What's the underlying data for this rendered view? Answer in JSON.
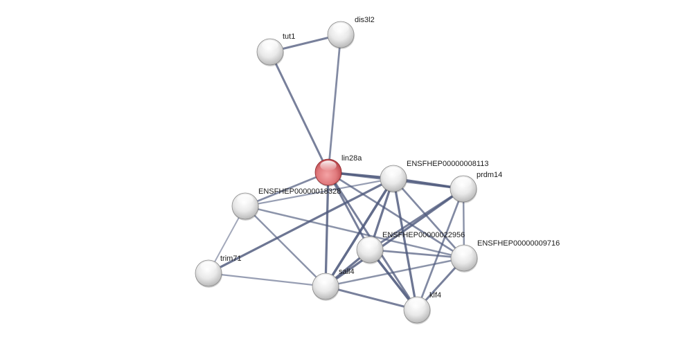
{
  "network": {
    "colors": {
      "edge": "#4f5a7d",
      "node_default": "#e6e6e6",
      "node_query": "#e07a7d",
      "label": "#1a1a1a"
    },
    "nodes": [
      {
        "id": "tut1",
        "label": "tut1",
        "query": false
      },
      {
        "id": "dis3l2",
        "label": "dis3l2",
        "query": false
      },
      {
        "id": "lin28a",
        "label": "lin28a",
        "query": true
      },
      {
        "id": "ENSFHEP00000008113",
        "label": "ENSFHEP00000008113",
        "query": false
      },
      {
        "id": "prdm14",
        "label": "prdm14",
        "query": false
      },
      {
        "id": "ENSFHEP00000018328",
        "label": "ENSFHEP00000018328",
        "query": false
      },
      {
        "id": "ENSFHEP00000022956",
        "label": "ENSFHEP00000022956",
        "query": false
      },
      {
        "id": "ENSFHEP00000009716",
        "label": "ENSFHEP00000009716",
        "query": false
      },
      {
        "id": "trim71",
        "label": "trim71",
        "query": false
      },
      {
        "id": "sall4",
        "label": "sall4",
        "query": false
      },
      {
        "id": "klf4",
        "label": "klf4",
        "query": false
      }
    ],
    "edges": [
      {
        "source": "tut1",
        "target": "dis3l2",
        "strength": 0.7
      },
      {
        "source": "tut1",
        "target": "lin28a",
        "strength": 0.7
      },
      {
        "source": "dis3l2",
        "target": "lin28a",
        "strength": 0.6
      },
      {
        "source": "lin28a",
        "target": "ENSFHEP00000008113",
        "strength": 0.9
      },
      {
        "source": "lin28a",
        "target": "prdm14",
        "strength": 0.6
      },
      {
        "source": "lin28a",
        "target": "ENSFHEP00000018328",
        "strength": 0.6
      },
      {
        "source": "lin28a",
        "target": "sall4",
        "strength": 0.8
      },
      {
        "source": "lin28a",
        "target": "ENSFHEP00000022956",
        "strength": 0.7
      },
      {
        "source": "lin28a",
        "target": "klf4",
        "strength": 0.7
      },
      {
        "source": "lin28a",
        "target": "ENSFHEP00000009716",
        "strength": 0.6
      },
      {
        "source": "ENSFHEP00000018328",
        "target": "ENSFHEP00000008113",
        "strength": 0.4
      },
      {
        "source": "ENSFHEP00000018328",
        "target": "trim71",
        "strength": 0.3
      },
      {
        "source": "ENSFHEP00000018328",
        "target": "sall4",
        "strength": 0.5
      },
      {
        "source": "ENSFHEP00000018328",
        "target": "ENSFHEP00000009716",
        "strength": 0.5
      },
      {
        "source": "trim71",
        "target": "sall4",
        "strength": 0.4
      },
      {
        "source": "trim71",
        "target": "ENSFHEP00000008113",
        "strength": 0.8
      },
      {
        "source": "ENSFHEP00000008113",
        "target": "prdm14",
        "strength": 0.9
      },
      {
        "source": "ENSFHEP00000008113",
        "target": "ENSFHEP00000022956",
        "strength": 0.8
      },
      {
        "source": "ENSFHEP00000008113",
        "target": "sall4",
        "strength": 0.9
      },
      {
        "source": "ENSFHEP00000008113",
        "target": "klf4",
        "strength": 0.8
      },
      {
        "source": "ENSFHEP00000008113",
        "target": "ENSFHEP00000009716",
        "strength": 0.6
      },
      {
        "source": "prdm14",
        "target": "ENSFHEP00000022956",
        "strength": 0.7
      },
      {
        "source": "prdm14",
        "target": "sall4",
        "strength": 0.8
      },
      {
        "source": "prdm14",
        "target": "ENSFHEP00000009716",
        "strength": 0.5
      },
      {
        "source": "prdm14",
        "target": "klf4",
        "strength": 0.6
      },
      {
        "source": "ENSFHEP00000022956",
        "target": "ENSFHEP00000009716",
        "strength": 0.6
      },
      {
        "source": "ENSFHEP00000022956",
        "target": "sall4",
        "strength": 0.8
      },
      {
        "source": "ENSFHEP00000022956",
        "target": "klf4",
        "strength": 0.9
      },
      {
        "source": "sall4",
        "target": "ENSFHEP00000009716",
        "strength": 0.5
      },
      {
        "source": "sall4",
        "target": "klf4",
        "strength": 0.7
      },
      {
        "source": "ENSFHEP00000009716",
        "target": "klf4",
        "strength": 0.7
      }
    ]
  }
}
